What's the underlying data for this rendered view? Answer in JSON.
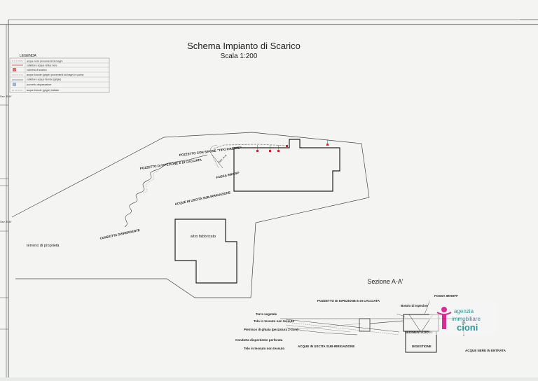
{
  "title": "Schema Impianto di Scarico",
  "scale": "Scala 1:200",
  "legend": {
    "heading": "LEGENDA",
    "items": [
      "acque nere provenienti da bagni",
      "collettore acque reflue nere",
      "colonna di scarico",
      "acque bionde (grigie) provenienti da bagni e cucine",
      "collettore acque bionde (grigie)",
      "pozzetto degrassatore",
      "acque bionde (grigie) trattate"
    ]
  },
  "plan": {
    "pozzetto_sifone": "POZZETTO CON SIFONE \"TIPO FIRENZE\"",
    "pozzetto_ispezione": "POZZETTO DI ISPEZIONE E DI CACCIATA",
    "fossa_imhoff": "FOSSA IMHOFF",
    "sez_label": "Sez. A-A",
    "acque_uscita": "ACQUE IN USCITA SUB-IRRIGAZIONE",
    "condotta": "CONDOTTA DISPERDENTE",
    "terreno": "terreno di proprietà",
    "altro_fabbricato": "altro fabbricato"
  },
  "section": {
    "title": "Sezione A-A'",
    "fossa_imhoff": "FOSSA IMHOFF",
    "pozzetto": "POZZETTO DI ISPEZIONE E DI CACCIATA",
    "botolo": "Botolo di Ispezion",
    "sedimentazione": "SEDIMENTAZIONE",
    "digestione": "DIGESTIONE",
    "terra_vegetale": "Terra vegetale",
    "telo_1": "Telo in tessuto non tessuto",
    "pietrisco": "Pietrisco di ghiaia (pezzatura 2-3cm)",
    "condotta": "Condotta disperdente perforata",
    "telo_2": "Telo in tessuto non tessuto",
    "acque_uscita": "ACQUE IN USCITA SUB-IRRIGAZIONE",
    "acque_nere": "ACQUE NERE IN ENTRATA"
  },
  "margin_labels": [
    "Sez. B-B'",
    "Sez. B-B'"
  ],
  "logo": {
    "line1": "agenzia",
    "line2": "immobiliare",
    "line3": "cioni",
    "color_magenta": "#d81b8c",
    "color_teal": "#1f8f97"
  },
  "colors": {
    "ink": "#2a2a2a",
    "red": "#d0262b"
  }
}
